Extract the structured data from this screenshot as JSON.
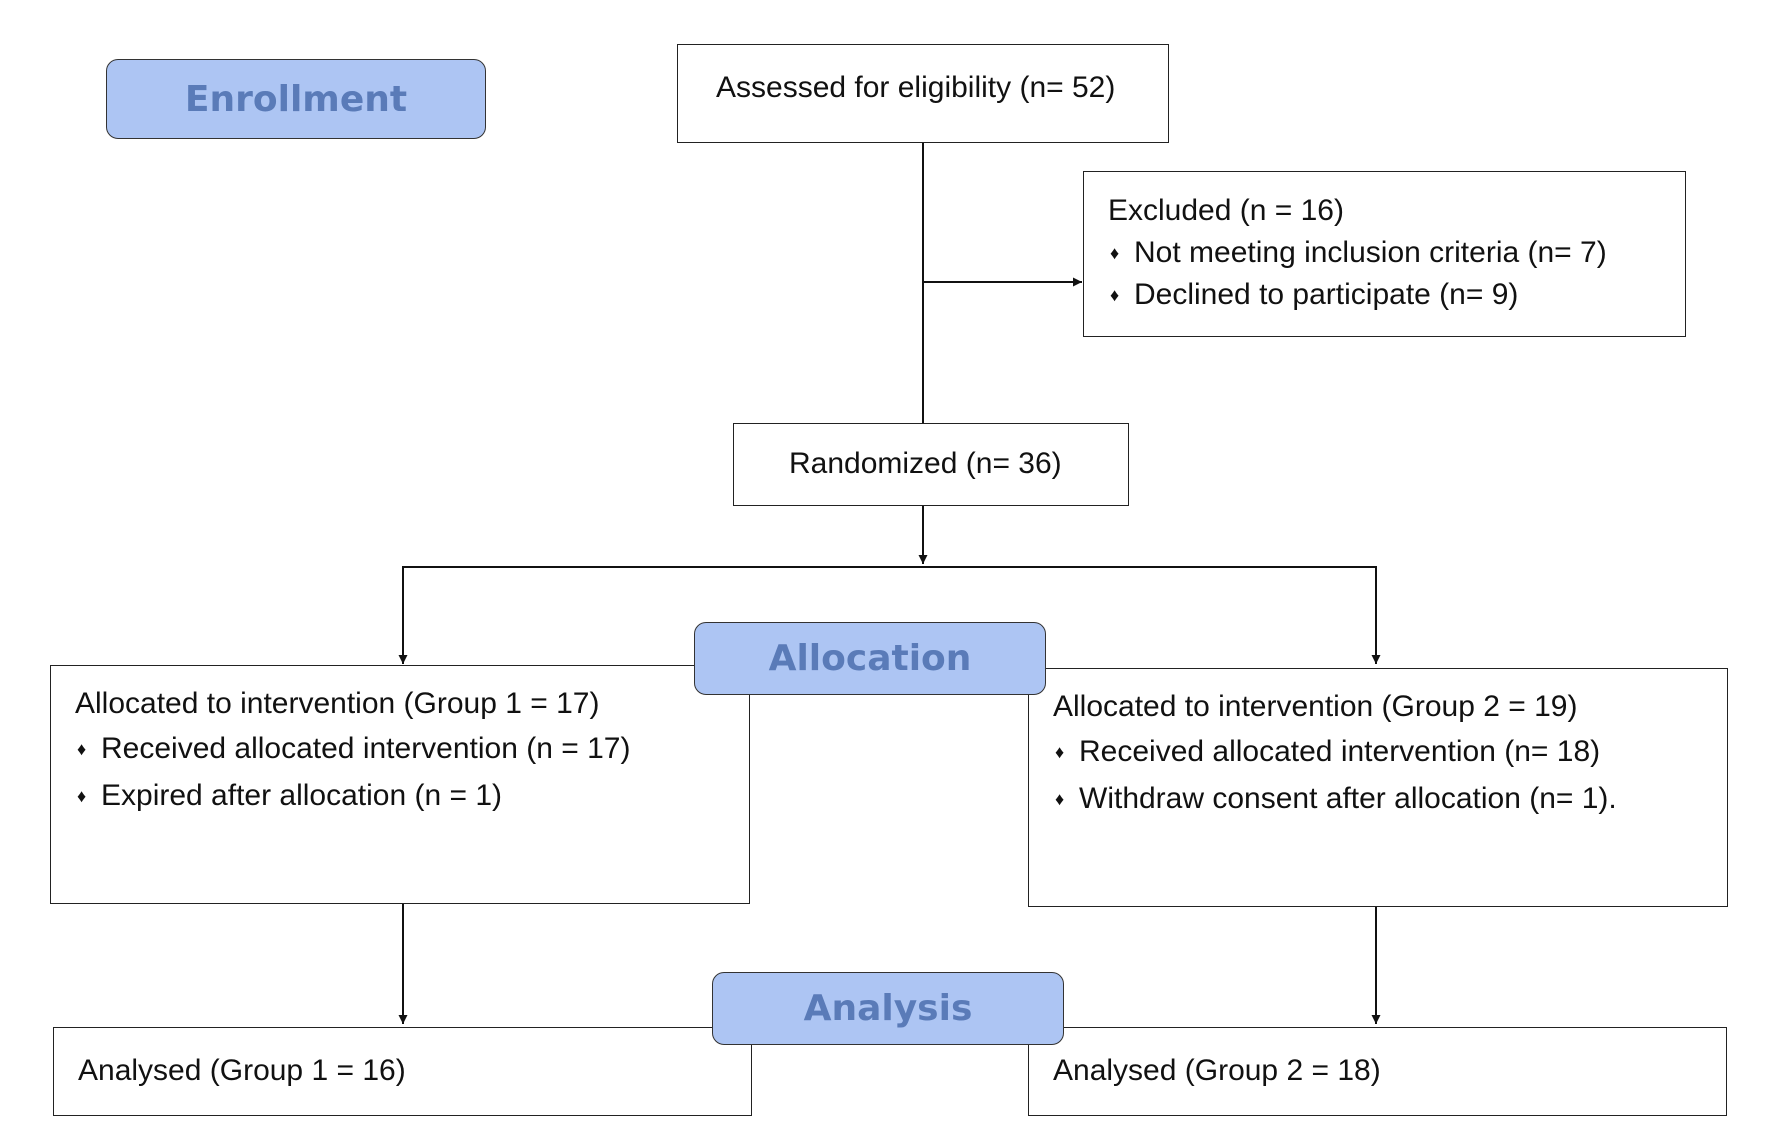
{
  "stages": {
    "enrollment": "Enrollment",
    "allocation": "Allocation",
    "analysis": "Analysis"
  },
  "assessed": "Assessed for eligibility  (n= 52)",
  "excluded": {
    "title": "Excluded (n = 16)",
    "items": [
      "Not meeting inclusion criteria (n= 7)",
      "Declined to participate  (n= 9)"
    ]
  },
  "randomized": "Randomized (n= 36)",
  "group1": {
    "title": "Allocated to intervention  (Group  1 = 17)",
    "items": [
      "Received allocated  intervention  (n = 17)",
      "Expired after  allocation  (n = 1)"
    ],
    "analysed": "Analysed (Group  1 = 16)"
  },
  "group2": {
    "title": "Allocated to intervention  (Group  2 = 19)",
    "items": [
      "Received allocated  intervention  (n= 18)",
      "Withdraw  consent after  allocation  (n= 1)."
    ],
    "analysed": "Analysed (Group  2 = 18)"
  }
}
